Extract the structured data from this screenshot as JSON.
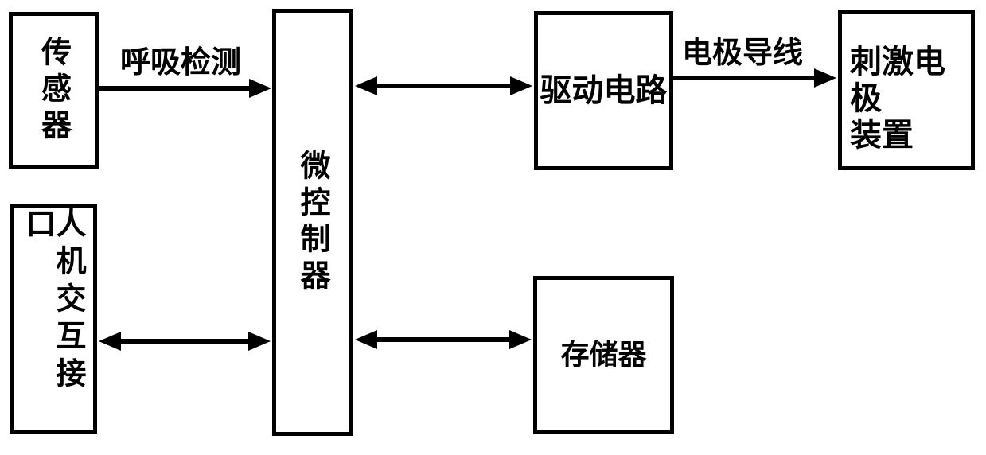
{
  "diagram": {
    "type": "block-diagram",
    "colors": {
      "background": "#ffffff",
      "line": "#000000",
      "text": "#000000"
    },
    "boxes": {
      "sensor": {
        "label": "传感器"
      },
      "hmi_interface": {
        "label": "人机交互接口"
      },
      "microcontroller": {
        "label": "微控制器"
      },
      "drive_circuit": {
        "label": "驱动电路"
      },
      "memory": {
        "label": "存储器"
      },
      "stimulation_electrode_device": {
        "label": "刺激电极装置",
        "label_lines": "刺激电极\n装置"
      }
    },
    "connections": [
      {
        "from": "sensor",
        "to": "microcontroller",
        "direction": "one-way",
        "label": "呼吸检测"
      },
      {
        "from": "microcontroller",
        "to": "drive_circuit",
        "direction": "two-way",
        "label": ""
      },
      {
        "from": "drive_circuit",
        "to": "stimulation_electrode_device",
        "direction": "one-way",
        "label": "电极导线"
      },
      {
        "from": "hmi_interface",
        "to": "microcontroller",
        "direction": "two-way",
        "label": ""
      },
      {
        "from": "microcontroller",
        "to": "memory",
        "direction": "two-way",
        "label": ""
      }
    ]
  }
}
